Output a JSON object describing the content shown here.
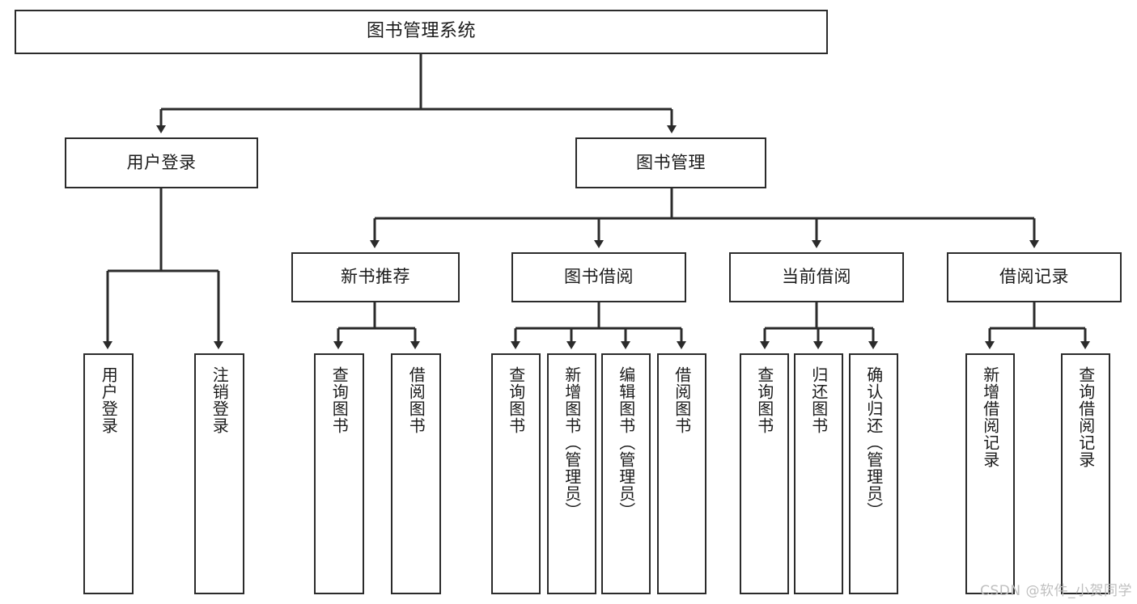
{
  "diagram": {
    "title": "图书管理系统",
    "watermark": "CSDN @软件_小贺同学",
    "line_color": "#2b2b2b",
    "box_fill": "#ffffff",
    "text_color": "#1b1b1b",
    "watermark_color": "#bfbfbf"
  },
  "nodes": {
    "root": {
      "label": "图书管理系统"
    },
    "level1": [
      {
        "label": "用户登录"
      },
      {
        "label": "图书管理"
      }
    ],
    "level2": [
      {
        "label": "新书推荐"
      },
      {
        "label": "图书借阅"
      },
      {
        "label": "当前借阅"
      },
      {
        "label": "借阅记录"
      }
    ],
    "leaves": [
      {
        "label": "用户登录",
        "parent": "用户登录"
      },
      {
        "label": "注销登录",
        "parent": "用户登录"
      },
      {
        "label": "查询图书",
        "parent": "新书推荐"
      },
      {
        "label": "借阅图书",
        "parent": "新书推荐"
      },
      {
        "label": "查询图书",
        "parent": "图书借阅"
      },
      {
        "label": "新增图书（管理员）",
        "parent": "图书借阅"
      },
      {
        "label": "编辑图书（管理员）",
        "parent": "图书借阅"
      },
      {
        "label": "借阅图书",
        "parent": "图书借阅"
      },
      {
        "label": "查询图书",
        "parent": "当前借阅"
      },
      {
        "label": "归还图书",
        "parent": "当前借阅"
      },
      {
        "label": "确认归还（管理员）",
        "parent": "当前借阅"
      },
      {
        "label": "新增借阅记录",
        "parent": "借阅记录"
      },
      {
        "label": "查询借阅记录",
        "parent": "借阅记录"
      }
    ]
  }
}
